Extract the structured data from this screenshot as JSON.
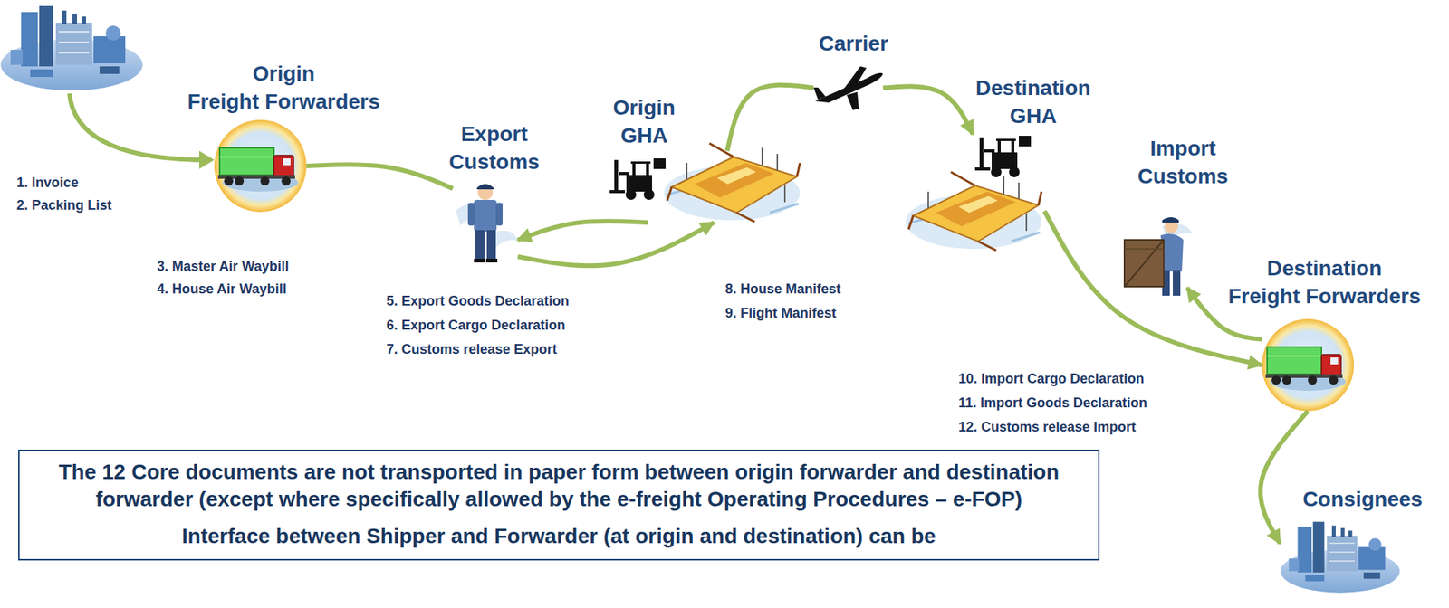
{
  "diagram": {
    "nodes": [
      {
        "text": [
          "Origin Freight Forwarders"
        ]
      },
      {
        "text": [
          "Export Customs"
        ]
      },
      {
        "text": [
          "Origin GHA"
        ]
      },
      {
        "text": [
          "Carrier"
        ]
      },
      {
        "text": [
          "Destination GHA"
        ]
      },
      {
        "text": [
          "Import Customs"
        ]
      },
      {
        "text": [
          "Destination Freight Forwarders"
        ]
      },
      {
        "text": [
          "Consignees"
        ]
      },
      {
        "text": [
          "The 12 Core documents are not transported in paper form between origin forwarder and destination forwarder (except where specifically allowed by the e-freight Operating Procedures – e-FOP)",
          "Interface between Shipper and Forwarder (at origin and destination) can be"
        ]
      }
    ],
    "edges": [
      {
        "from": 0,
        "to": 1,
        "arrow": "none"
      },
      {
        "from": 2,
        "to": 1,
        "arrow": "to"
      },
      {
        "from": 1,
        "to": 2,
        "arrow": "to"
      },
      {
        "from": 2,
        "to": 3,
        "arrow": "none"
      },
      {
        "from": 3,
        "to": 4,
        "arrow": "to"
      },
      {
        "from": 4,
        "to": 6,
        "arrow": "to"
      },
      {
        "from": 6,
        "to": 5,
        "arrow": "to"
      },
      {
        "from": 6,
        "to": 7,
        "arrow": "to"
      }
    ],
    "labels": [
      "1. Invoice",
      "2. Packing List",
      "3. Master Air Waybill",
      "4. House Air Waybill",
      "5. Export Goods Declaration",
      "6. Export Cargo Declaration",
      "7. Customs release Export",
      "8. House Manifest",
      "9. Flight Manifest",
      "10. Import Cargo Declaration",
      "11. Import Goods Declaration",
      "12. Customs release Import"
    ]
  }
}
